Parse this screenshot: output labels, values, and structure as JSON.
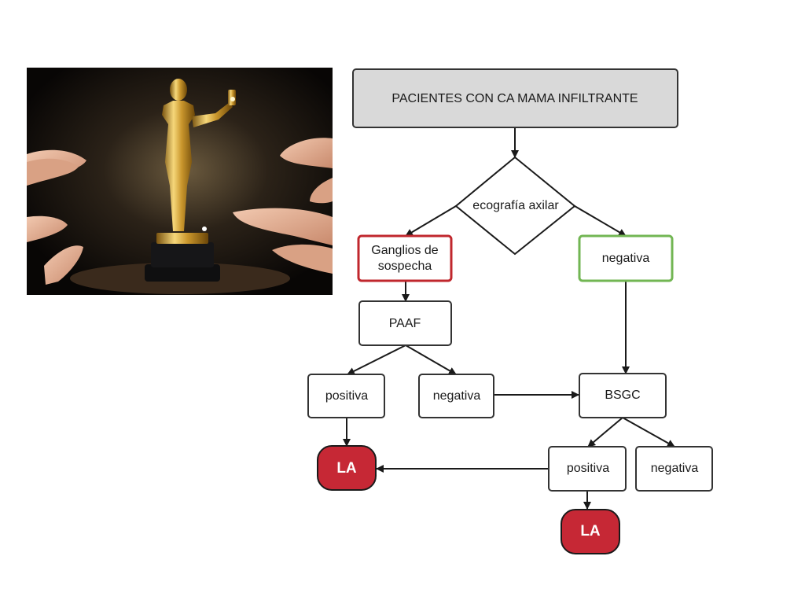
{
  "illustration": {
    "subject": "golden-statuette-applause-photo"
  },
  "diagram": {
    "title": "PACIENTES CON CA MAMA INFILTRANTE",
    "decision": "ecografía axilar",
    "suspicious": [
      "Ganglios de",
      "sospecha"
    ],
    "neg_initial": "negativa",
    "paaf": "PAAF",
    "paaf_positive": "positiva",
    "paaf_negative": "negativa",
    "bsgc": "BSGC",
    "bsgc_positive": "positiva",
    "bsgc_negative": "negativa",
    "la_left": "LA",
    "la_bottom": "LA"
  },
  "colors": {
    "title_fill": "#d9d9d9",
    "border": "#333333",
    "suspicious_border": "#c0272d",
    "negative_border": "#72b653",
    "la_fill": "#c62835",
    "arrow": "#1a1a1a"
  }
}
